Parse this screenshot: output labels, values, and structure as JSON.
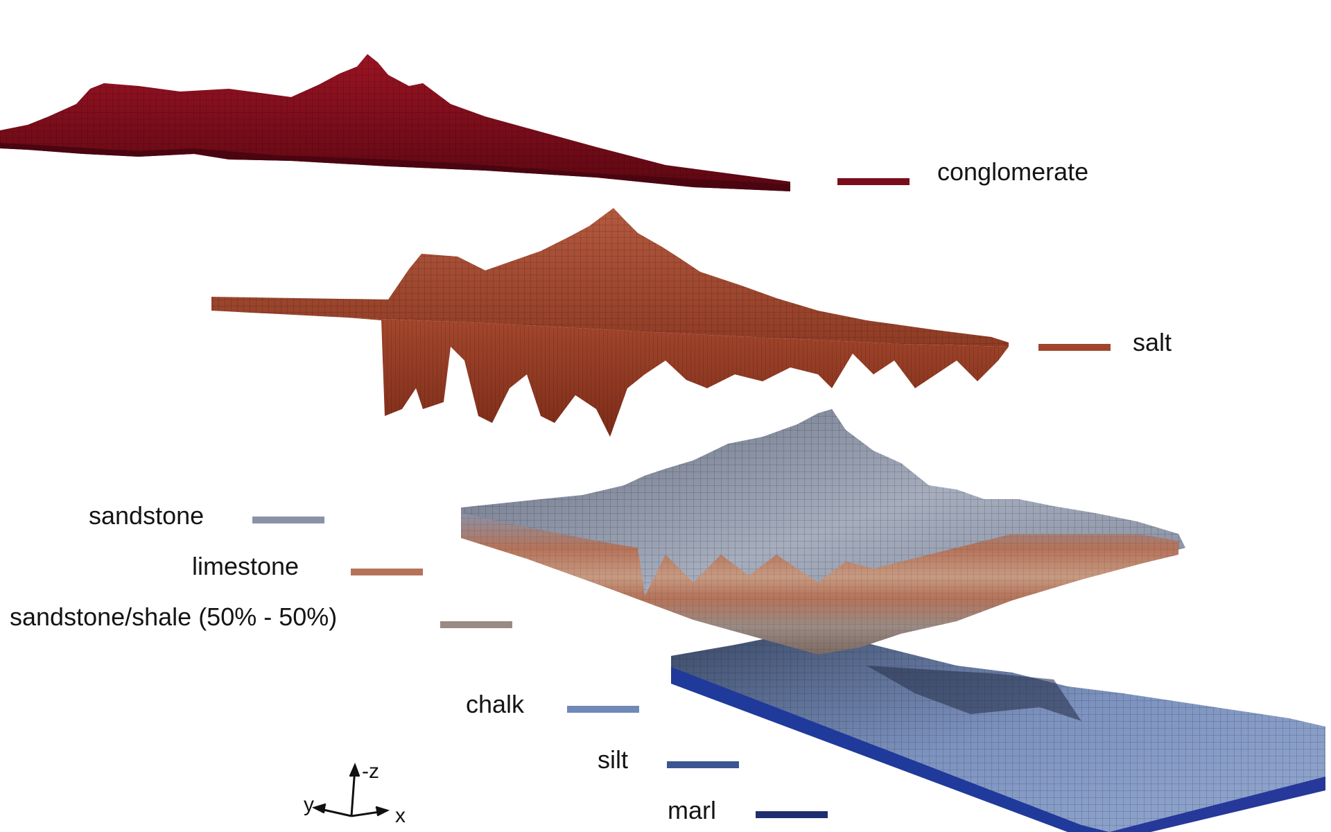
{
  "layers": [
    {
      "id": "conglomerate",
      "label": "conglomerate",
      "color": "#7a0d1c"
    },
    {
      "id": "salt",
      "label": "salt",
      "color": "#a2452c"
    },
    {
      "id": "sandstone",
      "label": "sandstone",
      "color": "#8a92a6"
    },
    {
      "id": "limestone",
      "label": "limestone",
      "color": "#b5735a"
    },
    {
      "id": "sandstone-shale",
      "label": "sandstone/shale (50% - 50%)",
      "color": "#9a8a84"
    },
    {
      "id": "chalk",
      "label": "chalk",
      "color": "#7089b6"
    },
    {
      "id": "silt",
      "label": "silt",
      "color": "#3c5491"
    },
    {
      "id": "marl",
      "label": "marl",
      "color": "#1f2e6e"
    }
  ],
  "axes": {
    "z": "-z",
    "y": "y",
    "x": "x"
  }
}
